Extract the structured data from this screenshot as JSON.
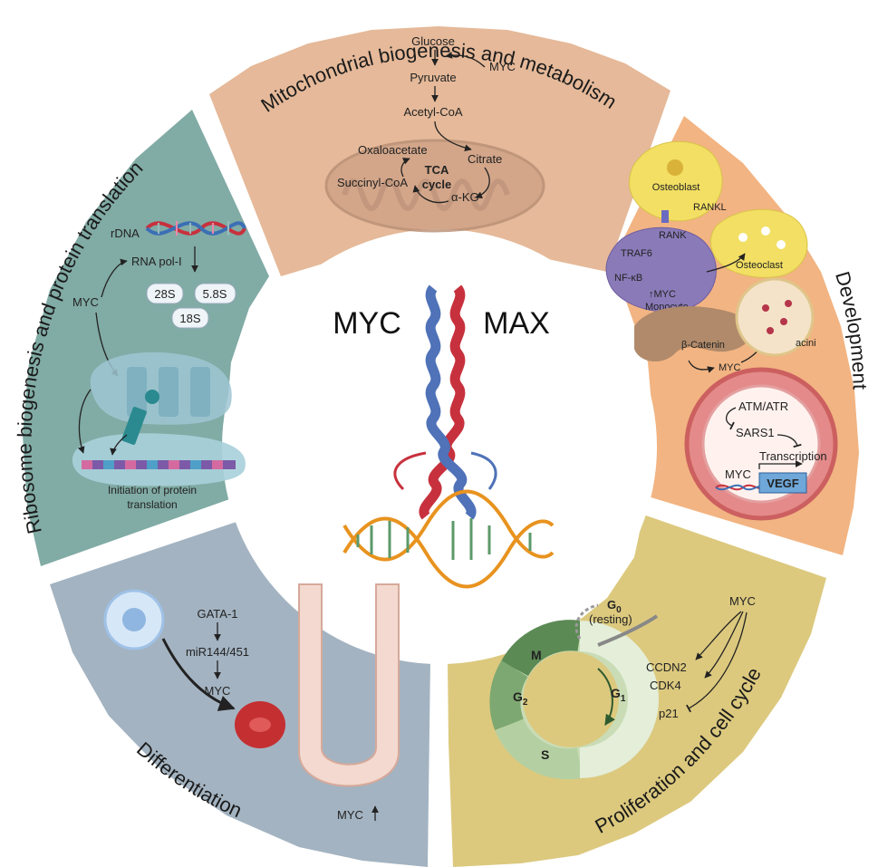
{
  "segments": {
    "mitochondria": {
      "title": "Mitochondrial biogenesis and metabolism",
      "labels": {
        "glucose": "Glucose",
        "myc": "MYC",
        "pyruvate": "Pyruvate",
        "acetyl": "Acetyl-CoA",
        "oxaloacetate": "Oxaloacetate",
        "citrate": "Citrate",
        "tca1": "TCA",
        "tca2": "cycle",
        "succinyl": "Succinyl-CoA",
        "akg": "α-KG"
      }
    },
    "development": {
      "title": "Development",
      "labels": {
        "osteoblast": "Osteoblast",
        "rankl": "RANKL",
        "rank": "RANK",
        "traf6": "TRAF6",
        "nfkb": "NF-κB",
        "upmyc": "↑MYC",
        "monocyte": "Monocyte",
        "osteoclast": "Osteoclast",
        "acini": "acini",
        "bcatenin": "β-Catenin",
        "myc": "MYC",
        "atm": "ATM/ATR",
        "sars": "SARS1",
        "transcription": "Transcription",
        "myc2": "MYC",
        "vegf": "VEGF"
      }
    },
    "proliferation": {
      "title": "Proliferation and cell cycle",
      "labels": {
        "g0": "G",
        "g0sub": "0",
        "resting": "(resting)",
        "myc": "MYC",
        "ccdn2": "CCDN2",
        "cdk4": "CDK4",
        "p21": "p21",
        "m": "M",
        "g2": "G",
        "g2sub": "2",
        "g1": "G",
        "g1sub": "1",
        "s": "S"
      }
    },
    "differentiation": {
      "title": "Differentiation",
      "labels": {
        "gata": "GATA-1",
        "mir": "miR144/451",
        "myc": "MYC",
        "myc_up": "MYC"
      }
    },
    "ribosome": {
      "title": "Ribosome biogenesis and protein translation",
      "labels": {
        "rdna": "rDNA",
        "rnapol": "RNA pol-I",
        "myc": "MYC",
        "r28s": "28S",
        "r58s": "5.8S",
        "r18s": "18S",
        "init1": "Initiation of protein",
        "init2": "translation"
      }
    }
  },
  "center": {
    "left": "MYC",
    "right": "MAX"
  },
  "colors": {
    "mitochondria": "#e5b999",
    "development": "#f2b482",
    "proliferation": "#dcc97e",
    "differentiation": "#a3b3c1",
    "ribosome": "#81aba5",
    "myc_helix": "#c7313d",
    "max_helix": "#4f72b8"
  }
}
